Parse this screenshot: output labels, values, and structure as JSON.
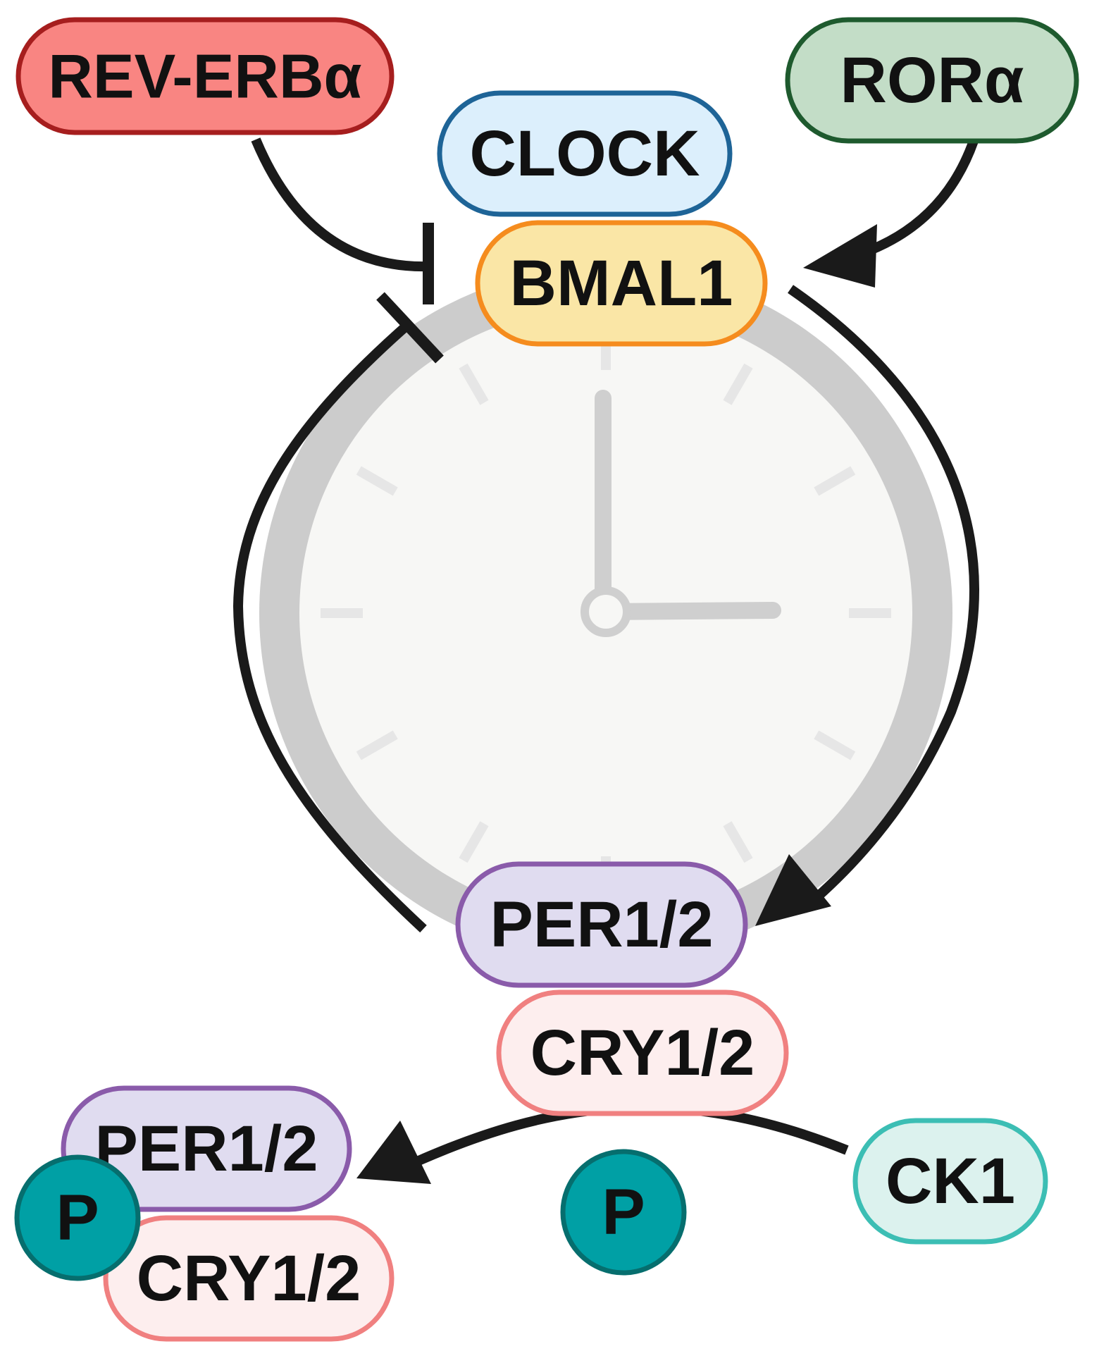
{
  "nodes": {
    "rev_erba": {
      "label": "REV-ERBα",
      "fill": "#F98582",
      "stroke": "#A61E1E"
    },
    "clock": {
      "label": "CLOCK",
      "fill": "#DCEFFC",
      "stroke": "#1E6497"
    },
    "rora": {
      "label": "RORα",
      "fill": "#C3DDC7",
      "stroke": "#1E5A2E"
    },
    "bmal1": {
      "label": "BMAL1",
      "fill": "#FAE6A6",
      "stroke": "#F58C1E"
    },
    "per12": {
      "label": "PER1/2",
      "fill": "#E0DCF0",
      "stroke": "#8A5BAA"
    },
    "cry12": {
      "label": "CRY1/2",
      "fill": "#FDEEEE",
      "stroke": "#F08080"
    },
    "ck1": {
      "label": "CK1",
      "fill": "#DCF2EE",
      "stroke": "#3CBEB4"
    },
    "per12_p": {
      "label": "PER1/2",
      "fill": "#E0DCF0",
      "stroke": "#8A5BAA"
    },
    "cry12_p": {
      "label": "CRY1/2",
      "fill": "#FDEEEE",
      "stroke": "#F08080"
    },
    "p_free": {
      "label": "P",
      "fill": "#00A0A5",
      "stroke": "#066E6E"
    },
    "p_bound": {
      "label": "P",
      "fill": "#00A0A5",
      "stroke": "#066E6E"
    }
  },
  "clock_face": {
    "face": "#F7F7F5",
    "rim": "#CCCCCC",
    "ticks": "#E6E6E6",
    "hands": "#CFCFCF"
  },
  "edges": [
    {
      "from": "rev_erba",
      "to": "bmal1",
      "type": "inhibition"
    },
    {
      "from": "rora",
      "to": "bmal1",
      "type": "activation"
    },
    {
      "from": "bmal1",
      "to": "per12",
      "type": "activation"
    },
    {
      "from": "per12",
      "to": "bmal1",
      "type": "inhibition"
    },
    {
      "from": "ck1",
      "to": "per12_p",
      "type": "phosphorylation"
    }
  ],
  "colors": {
    "arrow": "#1A1A1A"
  }
}
